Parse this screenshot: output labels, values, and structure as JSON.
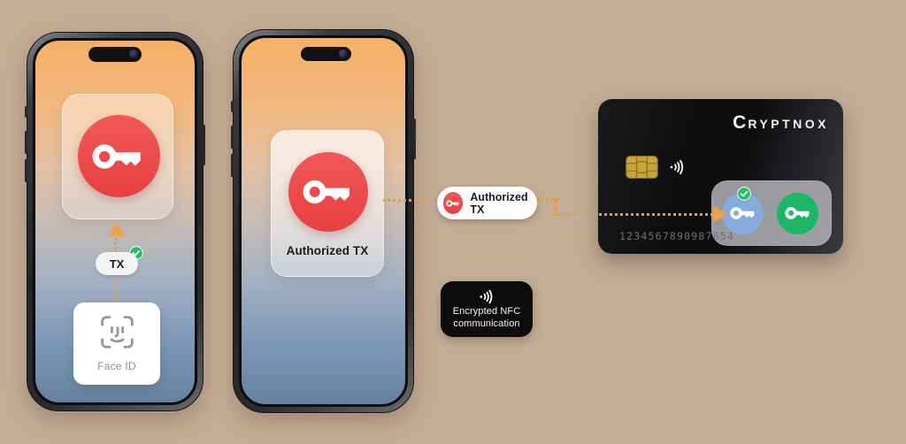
{
  "scene": {
    "colors": {
      "background": "#c4ad97",
      "accent_orange": "#e89b42",
      "key_red": "#ee4b4b",
      "status_green": "#22c15e",
      "key_blue": "#84acdc",
      "key_green": "#1db566",
      "card_black": "#0d0d0f",
      "nfc_box_black": "#0c0c0d"
    },
    "icons": {
      "key": "key-icon",
      "checkmark": "checkmark-icon",
      "face_id": "face-id-icon",
      "contactless": "contactless-icon",
      "emv_chip": "emv-chip-icon",
      "arrow": "arrow-icon",
      "dynamic_island": "dynamic-island"
    }
  },
  "left_phone": {
    "tx_pill": {
      "label": "TX"
    },
    "face_id": {
      "label": "Face ID"
    }
  },
  "middle_phone": {
    "auth_label": "Authorized TX"
  },
  "auth_pill": {
    "label": "Authorized TX"
  },
  "nfc_box": {
    "line1": "Encrypted NFC",
    "line2": "communication"
  },
  "card": {
    "brand": "CRYPTNOX",
    "number": "1234567890987654"
  }
}
